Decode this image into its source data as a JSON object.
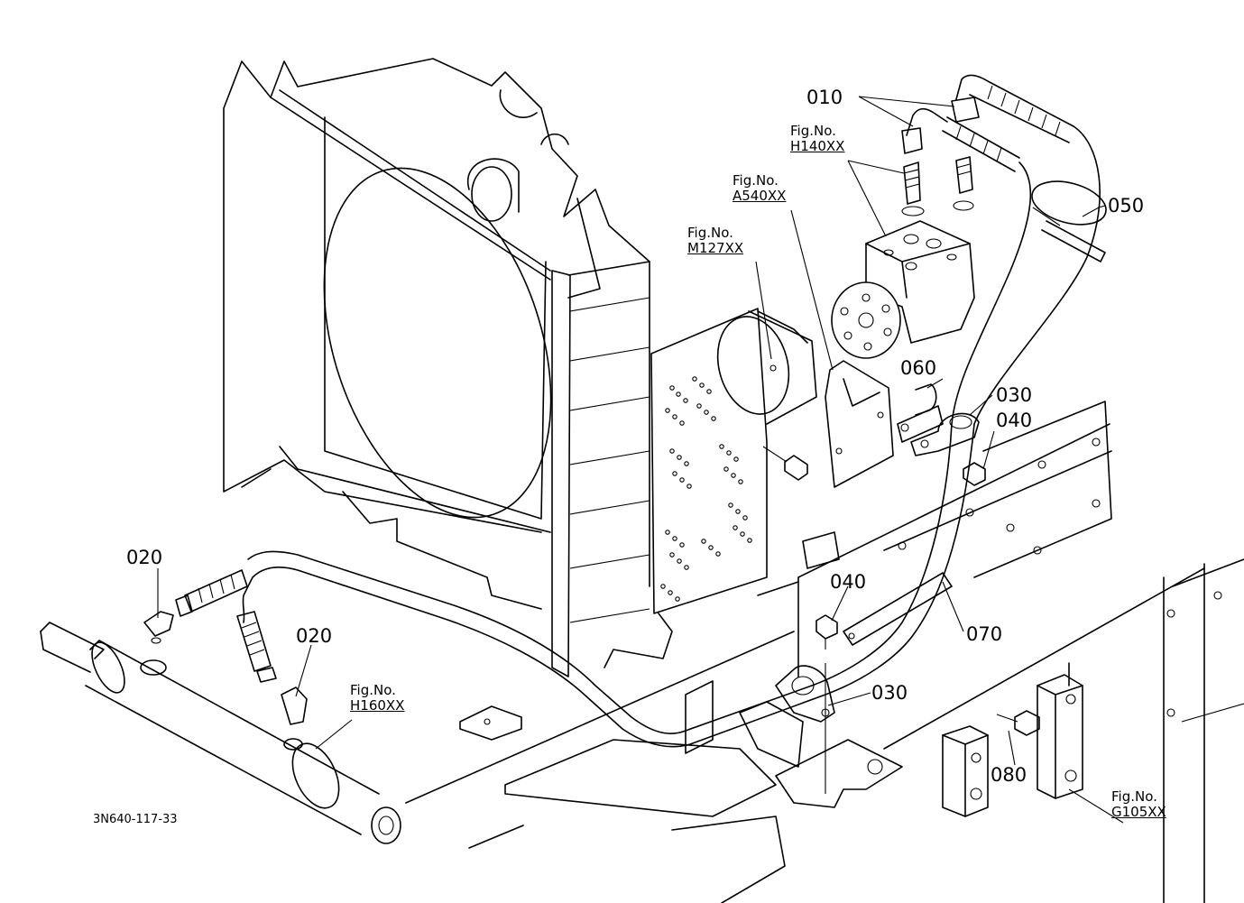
{
  "part_labels": [
    "010",
    "050",
    "060",
    "030",
    "040",
    "040",
    "070",
    "030",
    "080",
    "020",
    "020"
  ],
  "fig_refs": [
    {
      "prefix": "Fig.No.",
      "number": "H140XX"
    },
    {
      "prefix": "Fig.No.",
      "number": "A540XX"
    },
    {
      "prefix": "Fig.No.",
      "number": "M127XX"
    },
    {
      "prefix": "Fig.No.",
      "number": "H160XX"
    },
    {
      "prefix": "Fig.No.",
      "number": "G105XX"
    }
  ],
  "drawing_code": "3N640-117-33"
}
